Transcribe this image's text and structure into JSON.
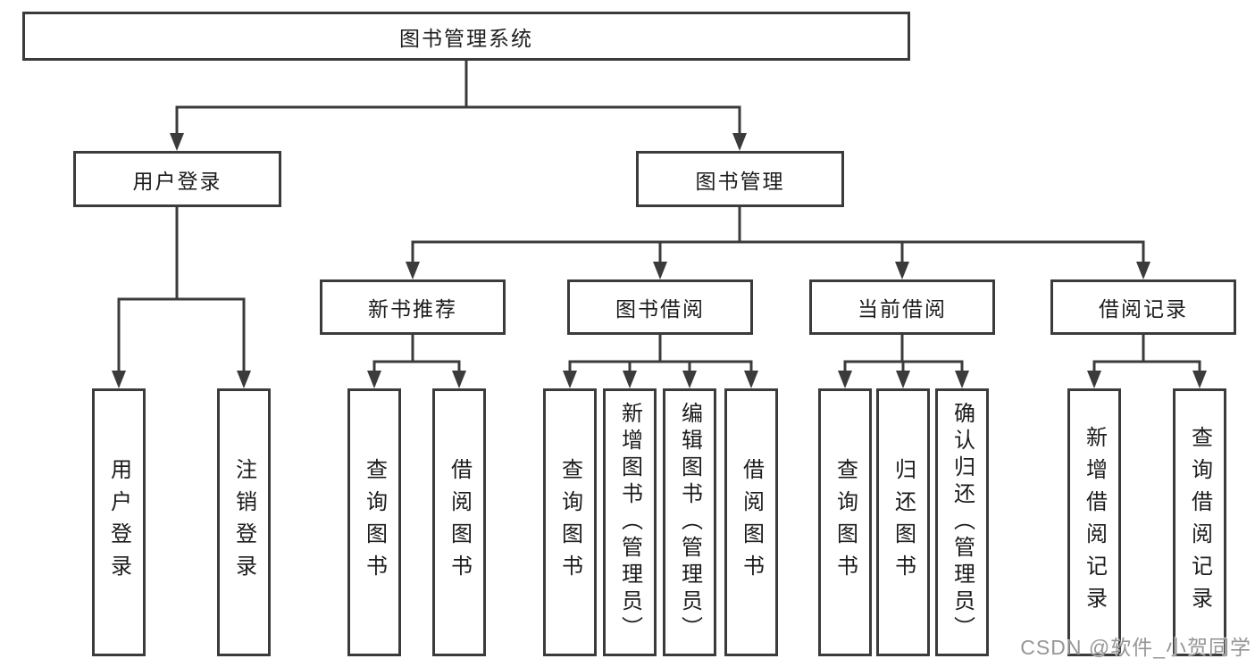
{
  "diagram": {
    "root": "图书管理系统",
    "level2": [
      {
        "label": "用户登录",
        "children": [
          "用户登录",
          "注销登录"
        ]
      },
      {
        "label": "图书管理",
        "groups": [
          {
            "label": "新书推荐",
            "children": [
              "查询图书",
              "借阅图书"
            ]
          },
          {
            "label": "图书借阅",
            "children": [
              "查询图书",
              "新增图书（管理员）",
              "编辑图书（管理员）",
              "借阅图书"
            ]
          },
          {
            "label": "当前借阅",
            "children": [
              "查询图书",
              "归还图书",
              "确认归还（管理员）"
            ]
          },
          {
            "label": "借阅记录",
            "children": [
              "新增借阅记录",
              "查询借阅记录"
            ]
          }
        ]
      }
    ]
  },
  "watermark": {
    "text": "CSDN @软件_小贺同学"
  },
  "colors": {
    "line": "#3b3b3b",
    "text": "#1c1c1c",
    "watermark": "#969696",
    "background": "#ffffff"
  }
}
